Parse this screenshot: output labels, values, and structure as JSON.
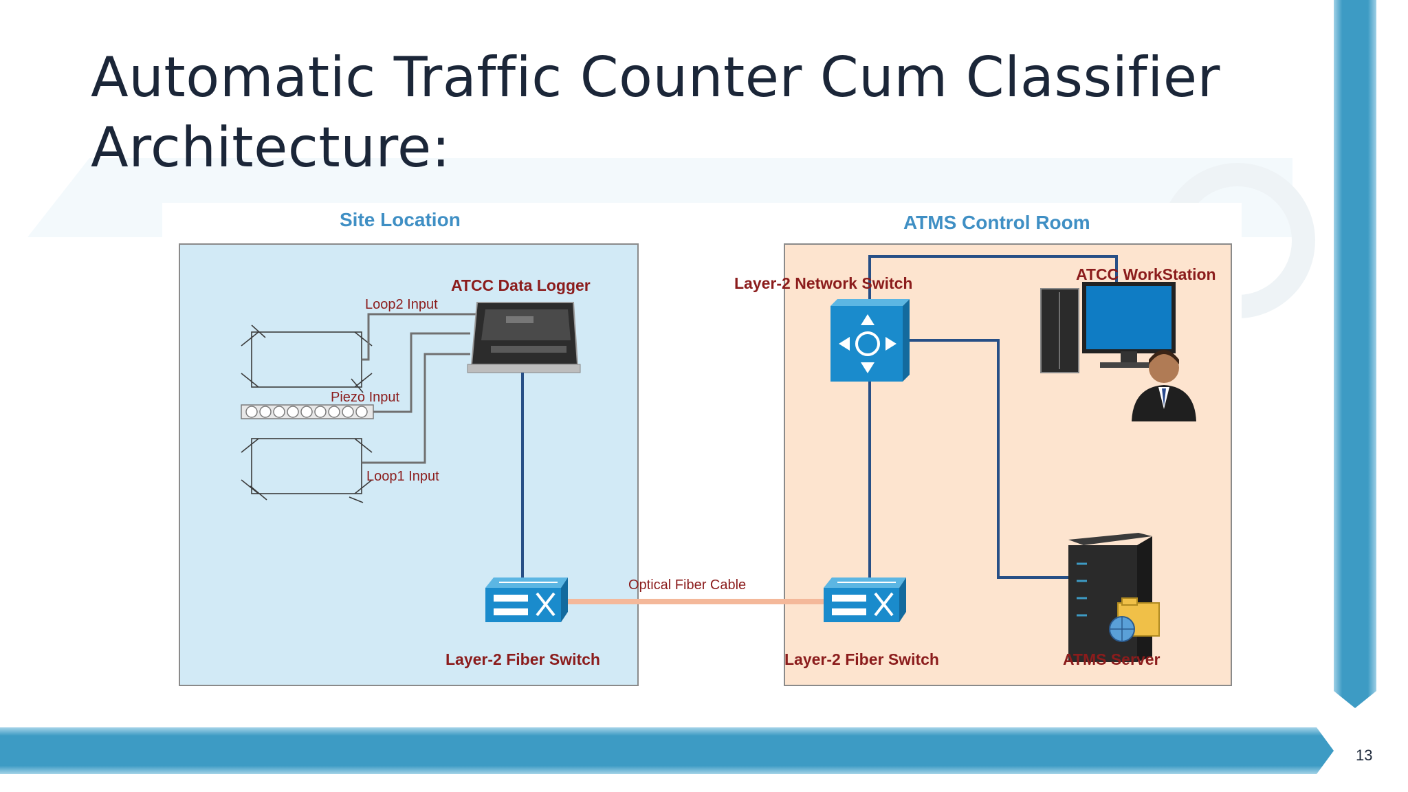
{
  "slide": {
    "title_line1": "Automatic Traffic Counter Cum Classifier",
    "title_line2": "Architecture:",
    "page_number": "13"
  },
  "diagram": {
    "site_heading": "Site Location",
    "control_heading": "ATMS Control Room",
    "labels": {
      "data_logger": "ATCC Data Logger",
      "loop2": "Loop2 Input",
      "piezo": "Piezo Input",
      "loop1": "Loop1 Input",
      "fiber_switch_site": "Layer-2 Fiber Switch",
      "optical_cable": "Optical Fiber Cable",
      "network_switch": "Layer-2 Network Switch",
      "workstation": "ATCC WorkStation",
      "fiber_switch_control": "Layer-2 Fiber Switch",
      "server": "ATMS Server"
    },
    "colors": {
      "site_fill": "#d2eaf6",
      "control_fill": "#fde4cf",
      "heading_blue": "#3f8fc4",
      "label_red": "#8b1c1c",
      "link_navy": "#274f86",
      "fiber_cable": "#f4b89a",
      "accent_bar": "#3d9bc4"
    }
  }
}
